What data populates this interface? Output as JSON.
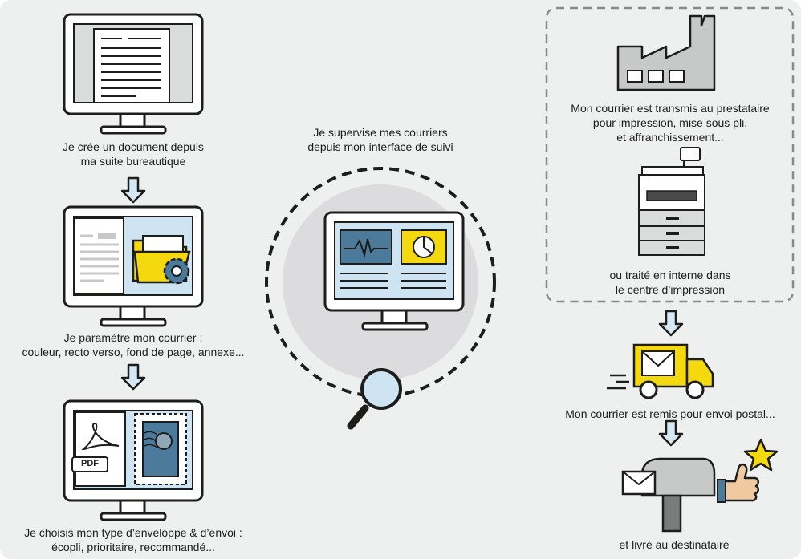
{
  "steps": {
    "create": {
      "line1": "Je crée un document depuis",
      "line2": "ma suite bureautique"
    },
    "configure": {
      "line1": "Je paramètre mon courrier :",
      "line2": "couleur, recto verso, fond de page, annexe..."
    },
    "envelope": {
      "line1": "Je choisis mon type d’enveloppe & d’envoi :",
      "line2": "écopli, prioritaire, recommandé...",
      "pdf_label": "PDF"
    },
    "supervise": {
      "line1": "Je supervise mes courriers",
      "line2": "depuis mon interface de suivi"
    },
    "provider": {
      "line1": "Mon courrier est transmis au prestataire",
      "line2": "pour impression, mise sous pli,",
      "line3": "et affranchissement..."
    },
    "internal": {
      "line1": "ou traité en interne dans",
      "line2": "le centre d’impression"
    },
    "postal": {
      "line1": "Mon courrier est remis pour envoi postal..."
    },
    "delivered": {
      "line1": "et livré au destinataire"
    }
  },
  "colors": {
    "background": "#eef0ef",
    "outline": "#1d1d1b",
    "screen_blue": "#cfe4f2",
    "accent_yellow": "#f5d90f",
    "steel_blue": "#4c7a9a",
    "grey": "#c7c9c8"
  },
  "icons": [
    "document-monitor-icon",
    "settings-monitor-icon",
    "envelope-monitor-icon",
    "dashboard-monitor-icon",
    "magnifier-icon",
    "factory-icon",
    "copier-icon",
    "delivery-truck-icon",
    "mailbox-icon",
    "thumbs-up-icon",
    "star-icon",
    "down-arrow-icon"
  ]
}
